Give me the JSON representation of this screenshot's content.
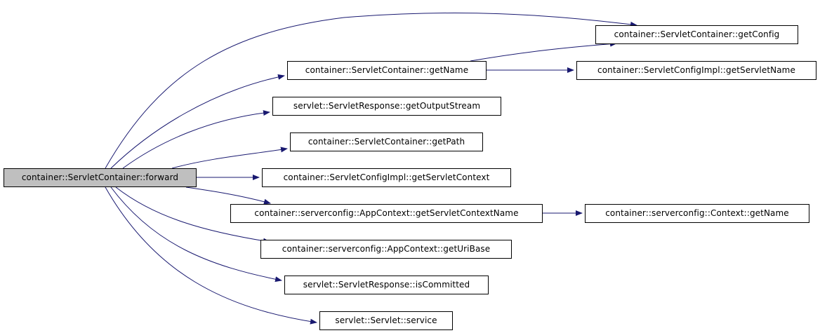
{
  "diagram": {
    "root": {
      "label": "container::ServletContainer::forward"
    },
    "nodes": [
      {
        "id": "getConfig",
        "label": "container::ServletContainer::getConfig"
      },
      {
        "id": "getName",
        "label": "container::ServletContainer::getName"
      },
      {
        "id": "getServletName",
        "label": "container::ServletConfigImpl::getServletName"
      },
      {
        "id": "getOutputStream",
        "label": "servlet::ServletResponse::getOutputStream"
      },
      {
        "id": "getPath",
        "label": "container::ServletContainer::getPath"
      },
      {
        "id": "getServletContext",
        "label": "container::ServletConfigImpl::getServletContext"
      },
      {
        "id": "getServletContextName",
        "label": "container::serverconfig::AppContext::getServletContextName"
      },
      {
        "id": "contextGetName",
        "label": "container::serverconfig::Context::getName"
      },
      {
        "id": "getUriBase",
        "label": "container::serverconfig::AppContext::getUriBase"
      },
      {
        "id": "isCommitted",
        "label": "servlet::ServletResponse::isCommitted"
      },
      {
        "id": "service",
        "label": "servlet::Servlet::service"
      }
    ],
    "edges": [
      {
        "from": "forward",
        "to": "getConfig"
      },
      {
        "from": "forward",
        "to": "getName"
      },
      {
        "from": "forward",
        "to": "getOutputStream"
      },
      {
        "from": "forward",
        "to": "getPath"
      },
      {
        "from": "forward",
        "to": "getServletContext"
      },
      {
        "from": "forward",
        "to": "getServletContextName"
      },
      {
        "from": "forward",
        "to": "getUriBase"
      },
      {
        "from": "forward",
        "to": "isCommitted"
      },
      {
        "from": "forward",
        "to": "service"
      },
      {
        "from": "getName",
        "to": "getConfig"
      },
      {
        "from": "getName",
        "to": "getServletName"
      },
      {
        "from": "getServletContextName",
        "to": "contextGetName"
      }
    ],
    "colors": {
      "edge": "#191970",
      "root_fill": "#bfbfbf",
      "node_fill": "#ffffff",
      "node_border": "#000000"
    }
  }
}
